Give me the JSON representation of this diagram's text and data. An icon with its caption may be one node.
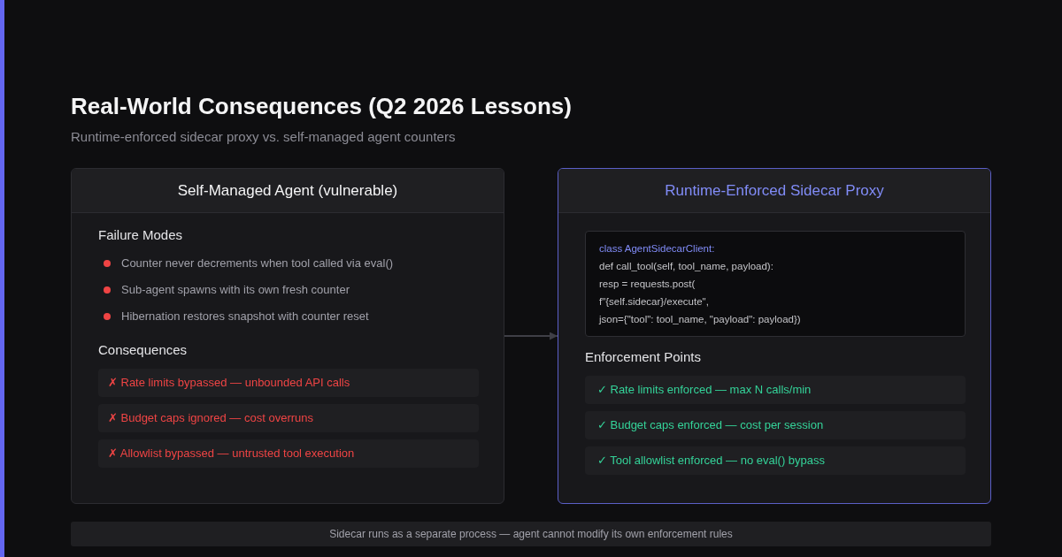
{
  "diagram": {
    "title": "Real-World Consequences (Q2 2026 Lessons)",
    "nodes": [
      {
        "text": [
          "Self-Managed Agent (vulnerable)",
          "Failure Modes",
          "Counter never decrements when tool called via eval()",
          "Sub-agent spawns with its own fresh counter",
          "Hibernation restores snapshot with counter reset",
          "Consequences"
        ]
      },
      {
        "text": [
          "✗ Rate limits bypassed — unbounded API calls"
        ],
        "in": 0
      },
      {
        "text": [
          "✗ Budget caps ignored — cost overruns"
        ],
        "in": 0
      },
      {
        "text": [
          "✗ Allowlist bypassed — untrusted tool execution"
        ],
        "in": 0
      },
      {
        "text": [
          "Runtime-Enforced Sidecar Proxy",
          "Enforcement Points"
        ]
      },
      {
        "text": [
          "class AgentSidecarClient:",
          "def call_tool(self, tool_name, payload):",
          "resp = requests.post(",
          "f\"{self.sidecar}/execute\",",
          "json={\"tool\": tool_name, \"payload\": payload})"
        ],
        "in": 4
      },
      {
        "text": [
          "✓ Rate limits enforced — max N calls/min"
        ],
        "in": 4
      },
      {
        "text": [
          "✓ Budget caps enforced — cost per session"
        ],
        "in": 4
      },
      {
        "text": [
          "✓ Tool allowlist enforced — no eval() bypass"
        ],
        "in": 4
      },
      {
        "text": [
          "Sidecar runs as a separate process — agent cannot modify its own enforcement rules"
        ]
      }
    ],
    "edges": [
      {
        "from": 0,
        "to": 4,
        "arrow": "to"
      }
    ],
    "labels": [
      "Runtime-enforced sidecar proxy vs. self-managed agent counters"
    ]
  }
}
